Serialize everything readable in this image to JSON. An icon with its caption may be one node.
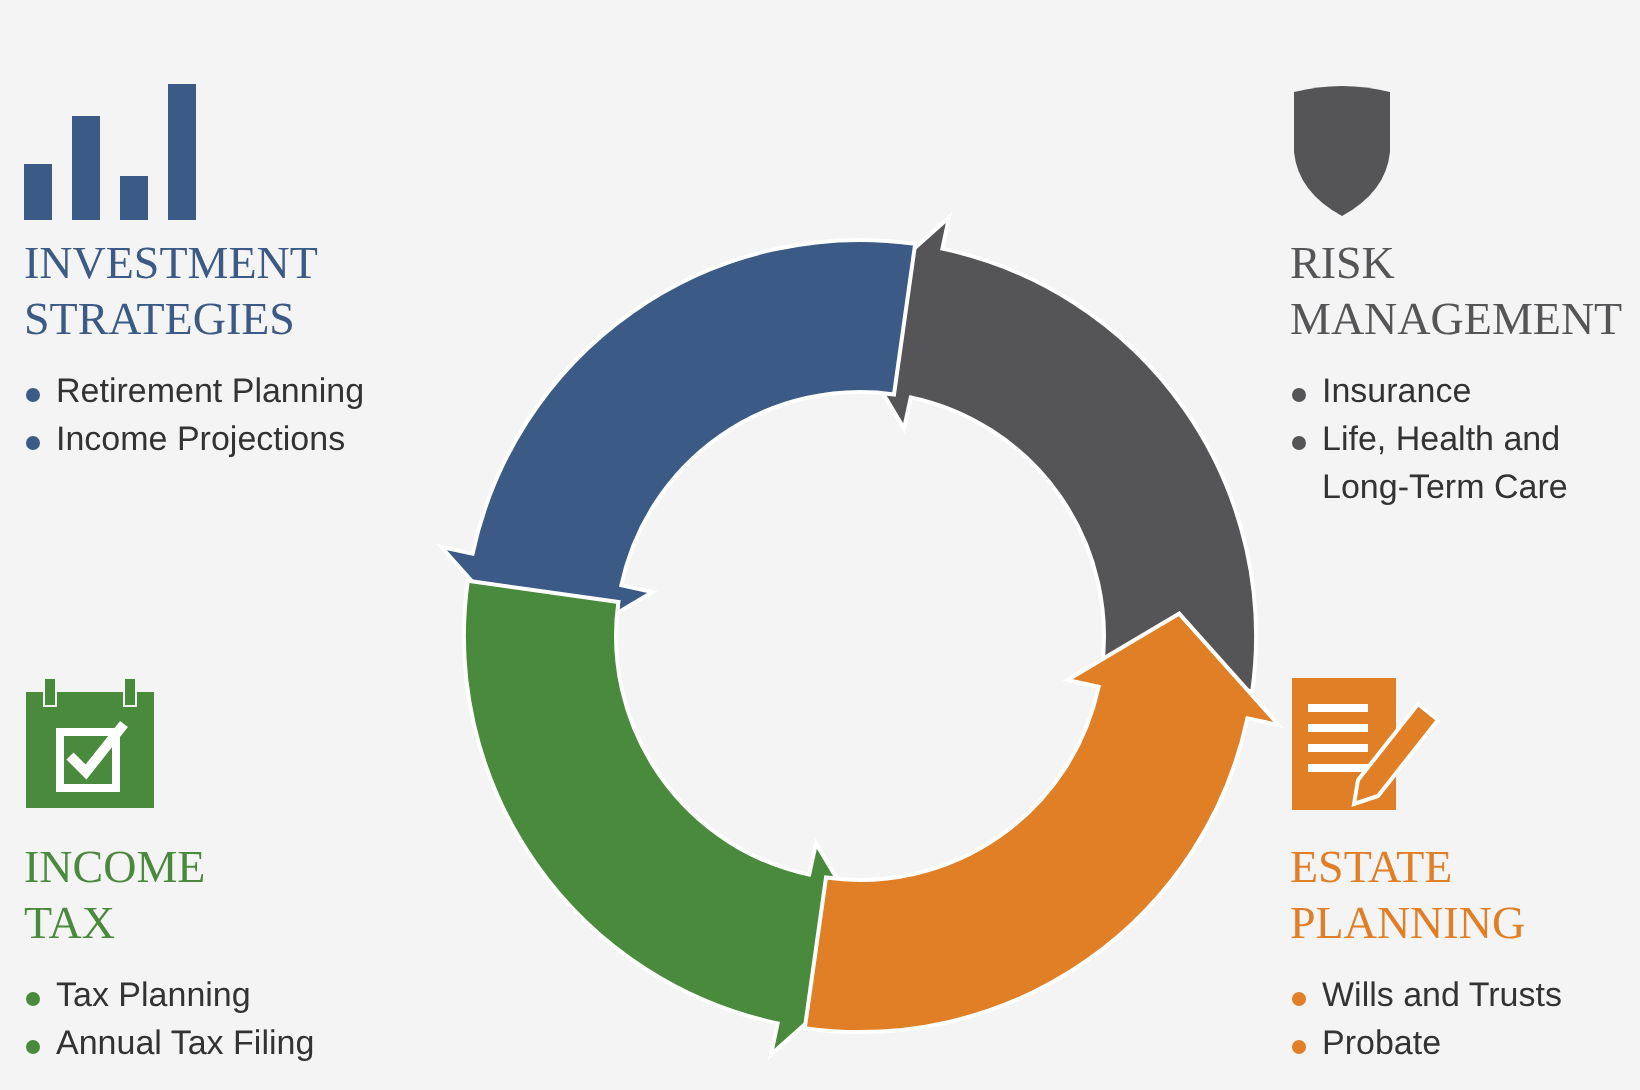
{
  "diagram": {
    "nodes": [
      {
        "text": [
          "INVESTMENT STRATEGIES",
          "Retirement Planning",
          "Income Projections"
        ]
      },
      {
        "text": [
          "RISK MANAGEMENT",
          "Insurance",
          "Life, Health and Long-Term Care"
        ]
      },
      {
        "text": [
          "INCOME TAX",
          "Tax Planning",
          "Annual Tax Filing"
        ]
      },
      {
        "text": [
          "ESTATE PLANNING",
          "Wills and Trusts",
          "Probate"
        ]
      }
    ]
  }
}
